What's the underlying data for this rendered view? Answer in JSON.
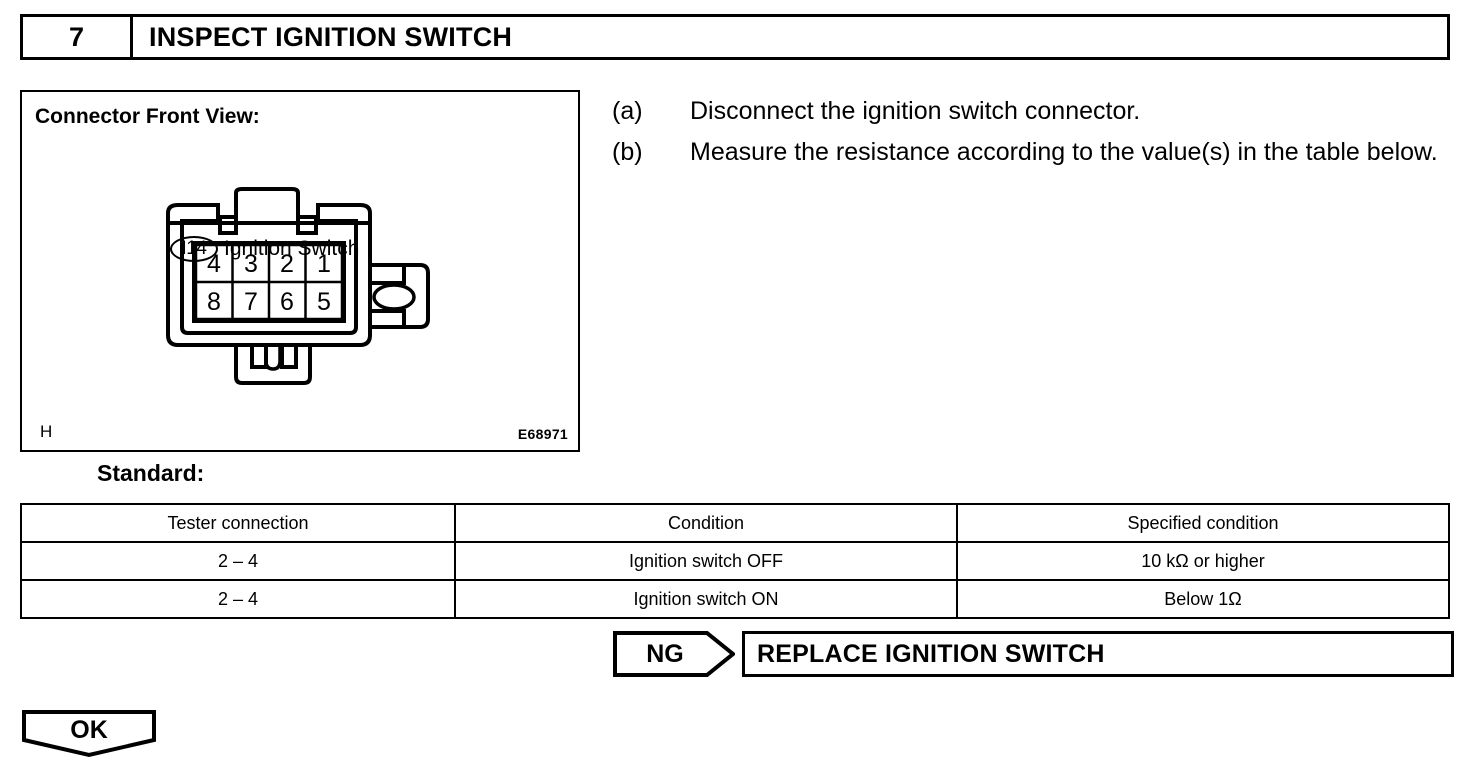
{
  "step": {
    "number": "7",
    "title": "INSPECT IGNITION SWITCH"
  },
  "illustration": {
    "caption": "Connector Front View:",
    "connector_code": "I14",
    "connector_name": "Ignition Switch",
    "corner_letter": "H",
    "figure_code": "E68971",
    "pins_top": [
      "4",
      "3",
      "2",
      "1"
    ],
    "pins_bottom": [
      "8",
      "7",
      "6",
      "5"
    ]
  },
  "instructions": [
    {
      "marker": "(a)",
      "text": "Disconnect the ignition switch connector."
    },
    {
      "marker": "(b)",
      "text": "Measure the resistance according to the value(s) in the table below."
    }
  ],
  "standard": {
    "label": "Standard:",
    "headers": [
      "Tester connection",
      "Condition",
      "Specified condition"
    ],
    "rows": [
      {
        "tester": "2 – 4",
        "condition": "Ignition switch OFF",
        "specified": "10 kΩ or higher"
      },
      {
        "tester": "2 – 4",
        "condition": "Ignition switch ON",
        "specified": "Below 1Ω"
      }
    ]
  },
  "result_ng": {
    "badge": "NG",
    "action": "REPLACE IGNITION SWITCH"
  },
  "result_ok": {
    "badge": "OK"
  }
}
